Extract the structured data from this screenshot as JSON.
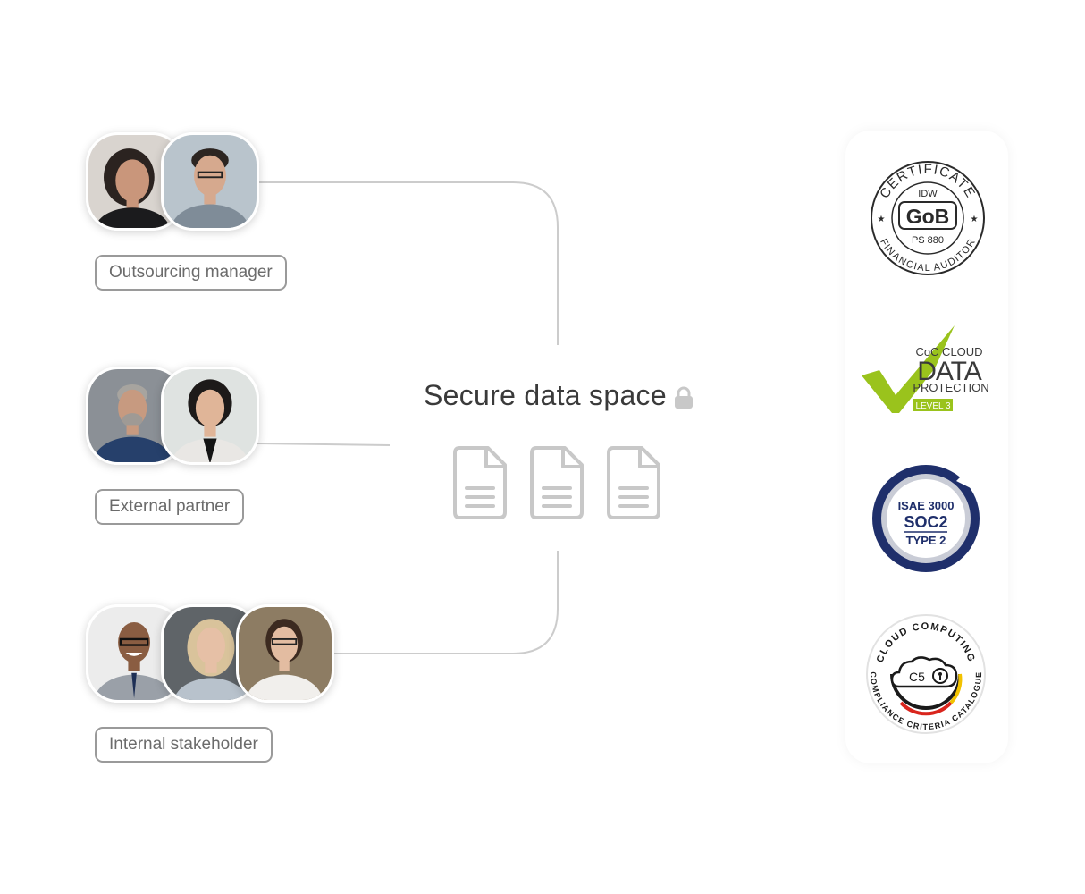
{
  "diagram": {
    "title": "Secure data space",
    "lock_icon": "lock-icon",
    "document_icons": [
      "document-icon",
      "document-icon",
      "document-icon"
    ],
    "colors": {
      "connector": "#cccccc",
      "label_border": "#9a9a9a",
      "label_text": "#6b6b6b",
      "document_icon": "#c8c8c8"
    },
    "groups": [
      {
        "label": "Outsourcing manager",
        "members": 2
      },
      {
        "label": "External partner",
        "members": 2
      },
      {
        "label": "Internal stakeholder",
        "members": 3
      }
    ]
  },
  "certifications": {
    "idw": {
      "ring_text": "CERTIFICATE",
      "ring_text_bottom": "FINANCIAL AUDITOR",
      "line1": "IDW",
      "line2": "GoB",
      "line3": "PS 880"
    },
    "coc": {
      "line1": "CoC CLOUD",
      "line2": "DATA",
      "line3": "PROTECTION",
      "level": "LEVEL 3",
      "check_color": "#9ac31c"
    },
    "soc2": {
      "line1": "ISAE 3000",
      "line2": "SOC2",
      "line3": "TYPE 2",
      "ring_color": "#1f2f6b"
    },
    "c5": {
      "ring_text_top": "CLOUD COMPUTING",
      "ring_text_bottom": "COMPLIANCE CRITERIA CATALOGUE",
      "center": "C5"
    }
  }
}
